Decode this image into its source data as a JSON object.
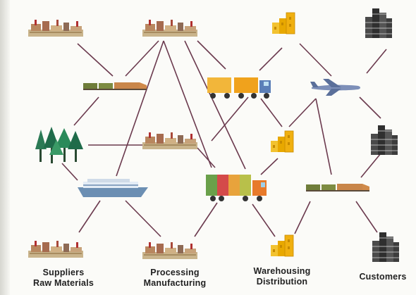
{
  "labels": {
    "suppliers": [
      "Suppliers",
      "Raw Materials"
    ],
    "processing": [
      "Processing",
      "Manufacturing"
    ],
    "warehousing": [
      "Warehousing",
      "Distribution"
    ],
    "customers": "Customers"
  },
  "colors": {
    "line": "#6b3a4e",
    "factory": "#b79a6a",
    "warehouse": "#e8a800",
    "building": "#3a3a3a",
    "tree": "#1f6b4a",
    "truck": "#f0a21c",
    "plane": "#5a6f9a",
    "ship": "#6c8fb3",
    "train": "#7a8c3a"
  },
  "icons": [
    "factory-icon",
    "factory-icon",
    "factory-icon",
    "factory-icon",
    "factory-icon",
    "train-icon",
    "train-icon",
    "forest-icon",
    "ship-icon",
    "truck-icon",
    "truck-icon",
    "warehouse-icon",
    "warehouse-icon",
    "warehouse-icon",
    "airplane-icon",
    "office-building-icon",
    "office-building-icon",
    "office-building-icon"
  ]
}
